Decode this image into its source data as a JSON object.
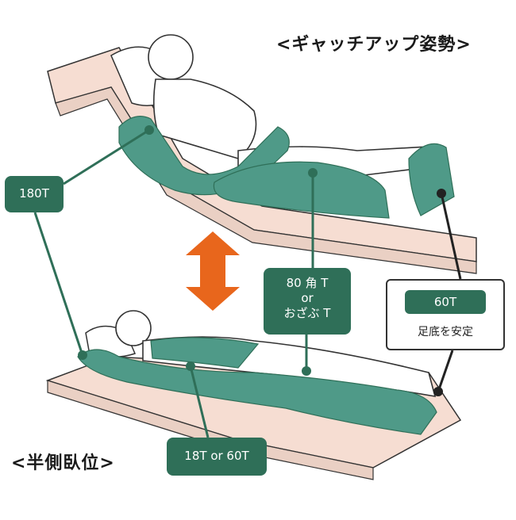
{
  "postures": {
    "top": "<ギャッチアップ姿勢>",
    "bottom": "<半側臥位>"
  },
  "tags": {
    "size_180": "180T",
    "size_80_line1": "80 角 T",
    "size_80_line2": "or",
    "size_80_line3": "おざぶ T",
    "size_18_60": "18T or 60T",
    "size_60": "60T",
    "label_60": "足底を安定"
  },
  "colors": {
    "cushion_green": "#4f9a88",
    "tag_green": "#2f6f58",
    "mattress_pink": "#f6ddd2",
    "arrow_orange": "#e8661c"
  }
}
